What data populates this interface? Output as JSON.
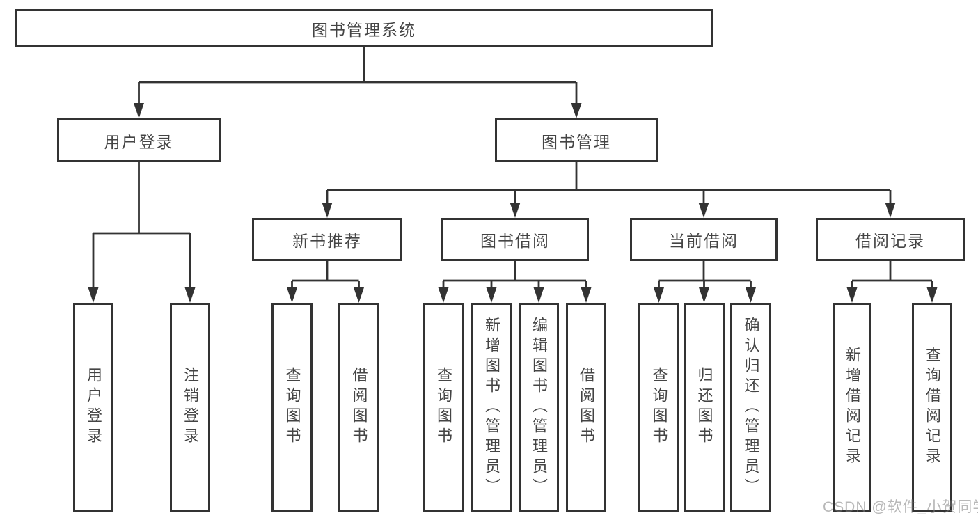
{
  "colors": {
    "line": "#333333",
    "box_border": "#333333",
    "text": "#444444",
    "watermark": "#b8b8b8",
    "background": "#ffffff"
  },
  "tree": {
    "root": {
      "label": "图书管理系统"
    },
    "branches": [
      {
        "label": "用户登录",
        "children": [
          {
            "label": "用户登录"
          },
          {
            "label": "注销登录"
          }
        ]
      },
      {
        "label": "图书管理",
        "children": [
          {
            "label": "新书推荐",
            "children": [
              {
                "label": "查询图书"
              },
              {
                "label": "借阅图书"
              }
            ]
          },
          {
            "label": "图书借阅",
            "children": [
              {
                "label": "查询图书"
              },
              {
                "label": "新增图书（管理员）"
              },
              {
                "label": "编辑图书（管理员）"
              },
              {
                "label": "借阅图书"
              }
            ]
          },
          {
            "label": "当前借阅",
            "children": [
              {
                "label": "查询图书"
              },
              {
                "label": "归还图书"
              },
              {
                "label": "确认归还（管理员）"
              }
            ]
          },
          {
            "label": "借阅记录",
            "children": [
              {
                "label": "新增借阅记录"
              },
              {
                "label": "查询借阅记录"
              }
            ]
          }
        ]
      }
    ]
  },
  "watermark": {
    "text": "CSDN @软件_小贺同学"
  }
}
